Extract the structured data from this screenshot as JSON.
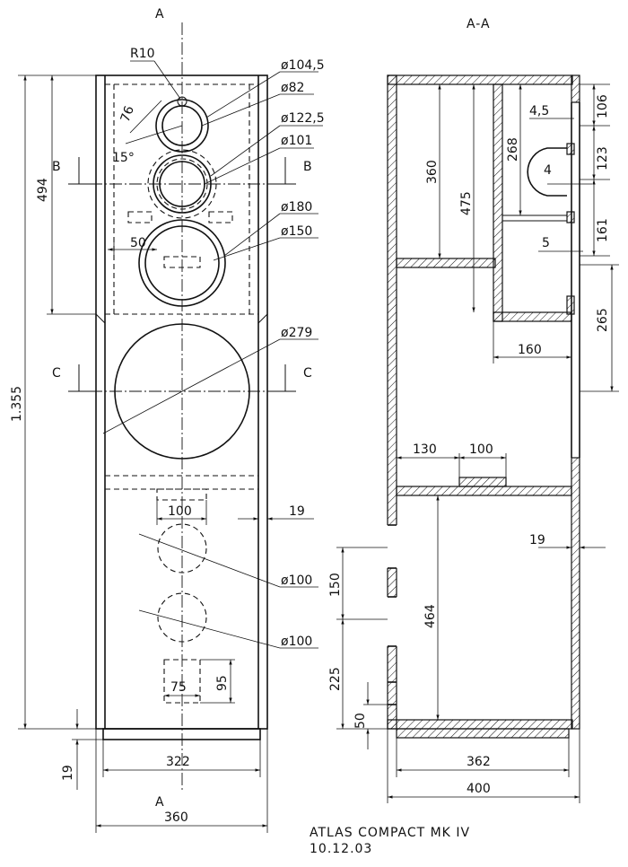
{
  "drawing": {
    "title": "ATLAS COMPACT MK IV",
    "date": "10.12.03",
    "section_label_top": "A",
    "section_label_bottom": "A",
    "section_view_title": "A-A",
    "section_b": "B",
    "section_c": "C"
  },
  "front_view": {
    "dims": {
      "r10": "R10",
      "d104_5": "ø104,5",
      "d82": "ø82",
      "d122_5": "ø122,5",
      "d101": "ø101",
      "d180": "ø180",
      "d150": "ø150",
      "d279": "ø279",
      "d100a": "ø100",
      "d100b": "ø100",
      "a76": "76",
      "a15": "15°",
      "w50": "50",
      "h494": "494",
      "h1355": "1.355",
      "w100": "100",
      "t19a": "19",
      "w75": "75",
      "h95": "95",
      "t19b": "19",
      "w322": "322",
      "w360": "360"
    }
  },
  "section_view": {
    "dims": {
      "h360": "360",
      "h268": "268",
      "h475": "475",
      "h106": "106",
      "t4_5": "4,5",
      "h123": "123",
      "t4": "4",
      "h161": "161",
      "t5": "5",
      "h265": "265",
      "w160": "160",
      "w130": "130",
      "w100": "100",
      "t19": "19",
      "h150": "150",
      "h464": "464",
      "h225": "225",
      "h50": "50",
      "w362": "362",
      "w400": "400"
    }
  }
}
